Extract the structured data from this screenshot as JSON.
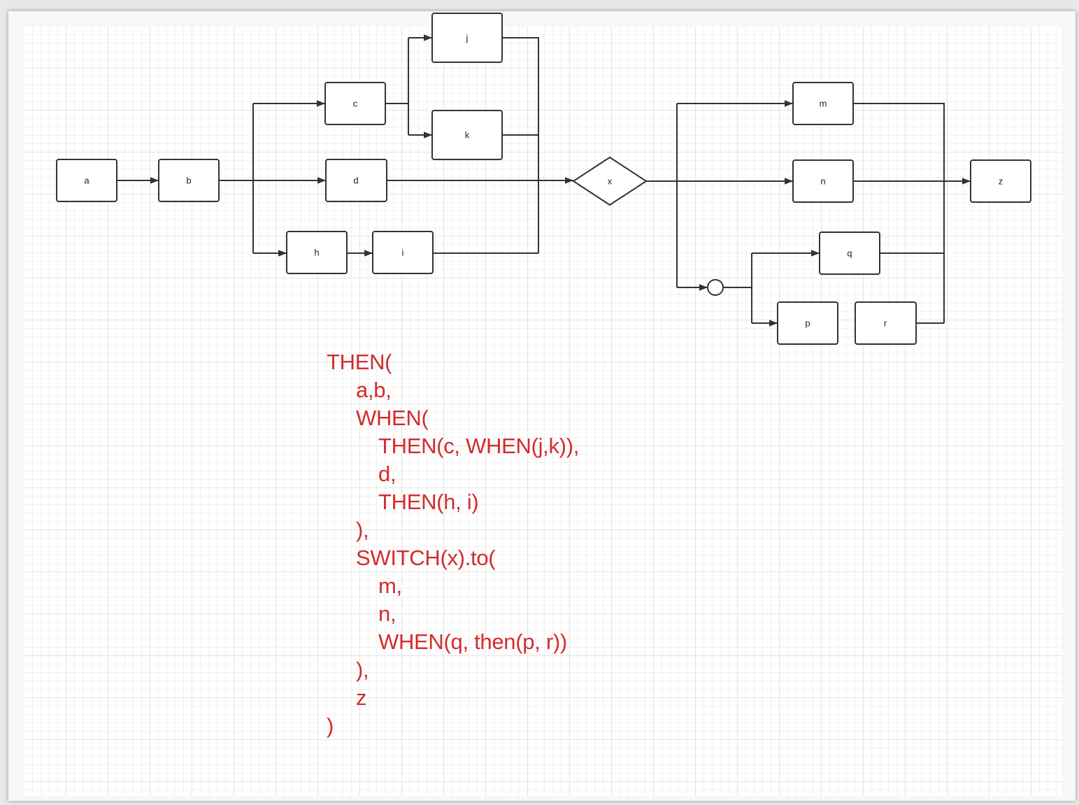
{
  "nodes": {
    "a": "a",
    "b": "b",
    "c": "c",
    "d": "d",
    "j": "j",
    "k": "k",
    "h": "h",
    "i": "i",
    "x": "x",
    "m": "m",
    "n": "n",
    "q": "q",
    "p": "p",
    "r": "r",
    "z": "z"
  },
  "code": [
    {
      "indent": 0,
      "text": "THEN("
    },
    {
      "indent": 1,
      "text": "a,b,"
    },
    {
      "indent": 1,
      "text": "WHEN("
    },
    {
      "indent": 2,
      "text": "THEN(c, WHEN(j,k)),"
    },
    {
      "indent": 2,
      "text": "d,"
    },
    {
      "indent": 2,
      "text": "THEN(h, i)"
    },
    {
      "indent": 1,
      "text": "),"
    },
    {
      "indent": 1,
      "text": "SWITCH(x).to("
    },
    {
      "indent": 2,
      "text": "m,"
    },
    {
      "indent": 2,
      "text": "n,"
    },
    {
      "indent": 2,
      "text": "WHEN(q, then(p, r))"
    },
    {
      "indent": 1,
      "text": "),"
    },
    {
      "indent": 1,
      "text": "z"
    },
    {
      "indent": 0,
      "text": ")"
    }
  ],
  "colors": {
    "code_text": "#d42b2b",
    "stroke": "#333333"
  }
}
